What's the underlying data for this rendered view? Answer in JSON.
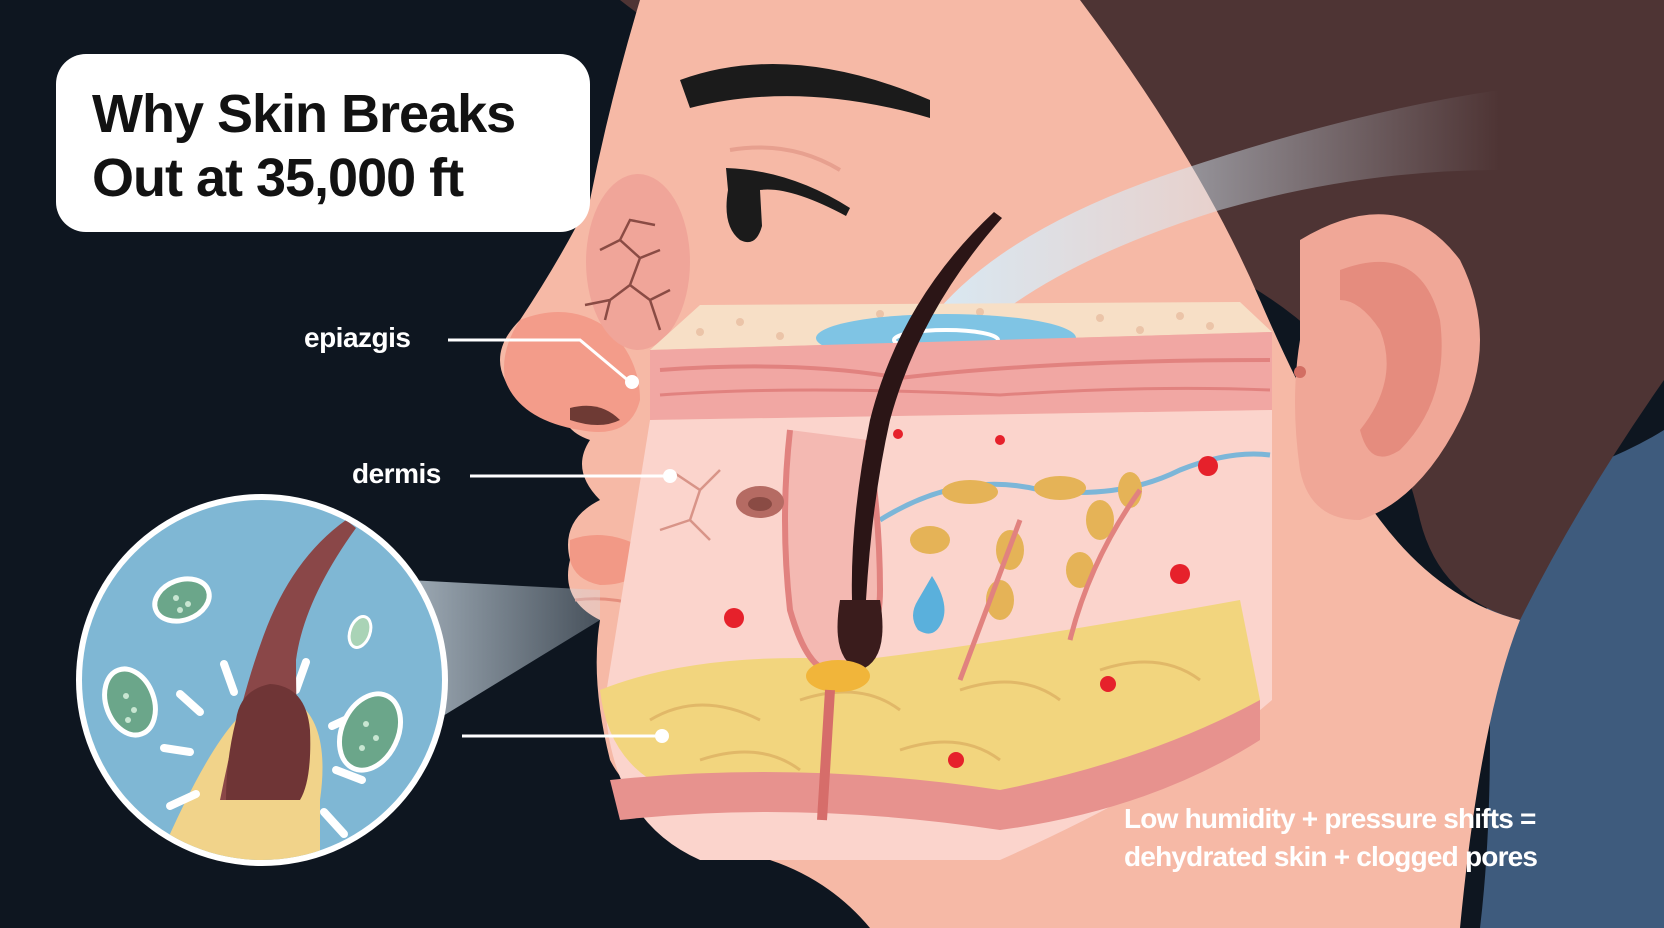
{
  "title": {
    "line1": "Why Skin Breaks",
    "line2": "Out at 35,000 ft"
  },
  "labels": {
    "top": "epiazgis",
    "middle": "dermis",
    "bottom": ""
  },
  "caption": {
    "line1": "Low humidity + pressure shifts =",
    "line2": "dehydrated skin + clogged pores"
  },
  "colors": {
    "background": "#0e1620",
    "skin": "#f6b9a6",
    "hair": "#4e3434",
    "dermis": "#f2a9a5",
    "fat_layer": "#f2d57e",
    "magnifier": "#7fb7d4",
    "bacteria": "#6ba68a",
    "airflow": "#cfe3f0"
  }
}
